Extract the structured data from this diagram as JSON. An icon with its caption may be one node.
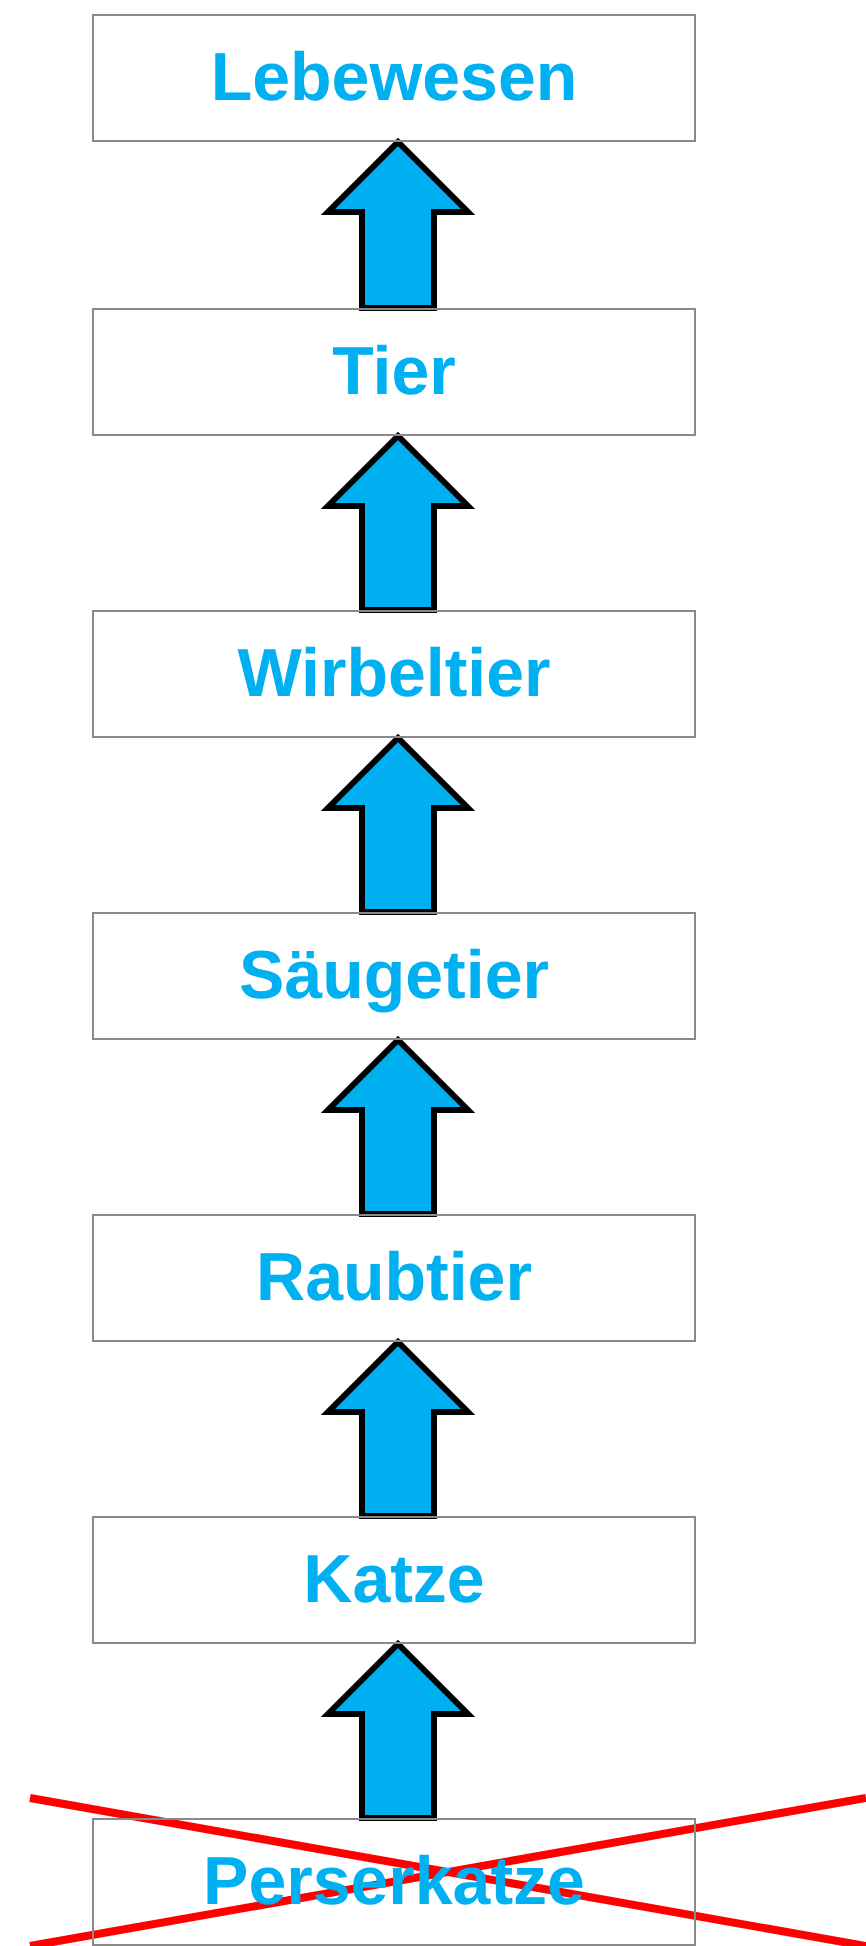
{
  "diagram": {
    "nodes": [
      {
        "text": [
          "Lebewesen"
        ]
      },
      {
        "text": [
          "Tier"
        ]
      },
      {
        "text": [
          "Wirbeltier"
        ]
      },
      {
        "text": [
          "Säugetier"
        ]
      },
      {
        "text": [
          "Raubtier"
        ]
      },
      {
        "text": [
          "Katze"
        ]
      },
      {
        "text": [
          "Perserkatze"
        ]
      }
    ],
    "edges": [
      {
        "from": 1,
        "to": 0,
        "arrow": "to"
      },
      {
        "from": 2,
        "to": 1,
        "arrow": "to"
      },
      {
        "from": 3,
        "to": 2,
        "arrow": "to"
      },
      {
        "from": 4,
        "to": 3,
        "arrow": "to"
      },
      {
        "from": 5,
        "to": 4,
        "arrow": "to"
      },
      {
        "from": 6,
        "to": 5,
        "arrow": "to"
      }
    ]
  }
}
